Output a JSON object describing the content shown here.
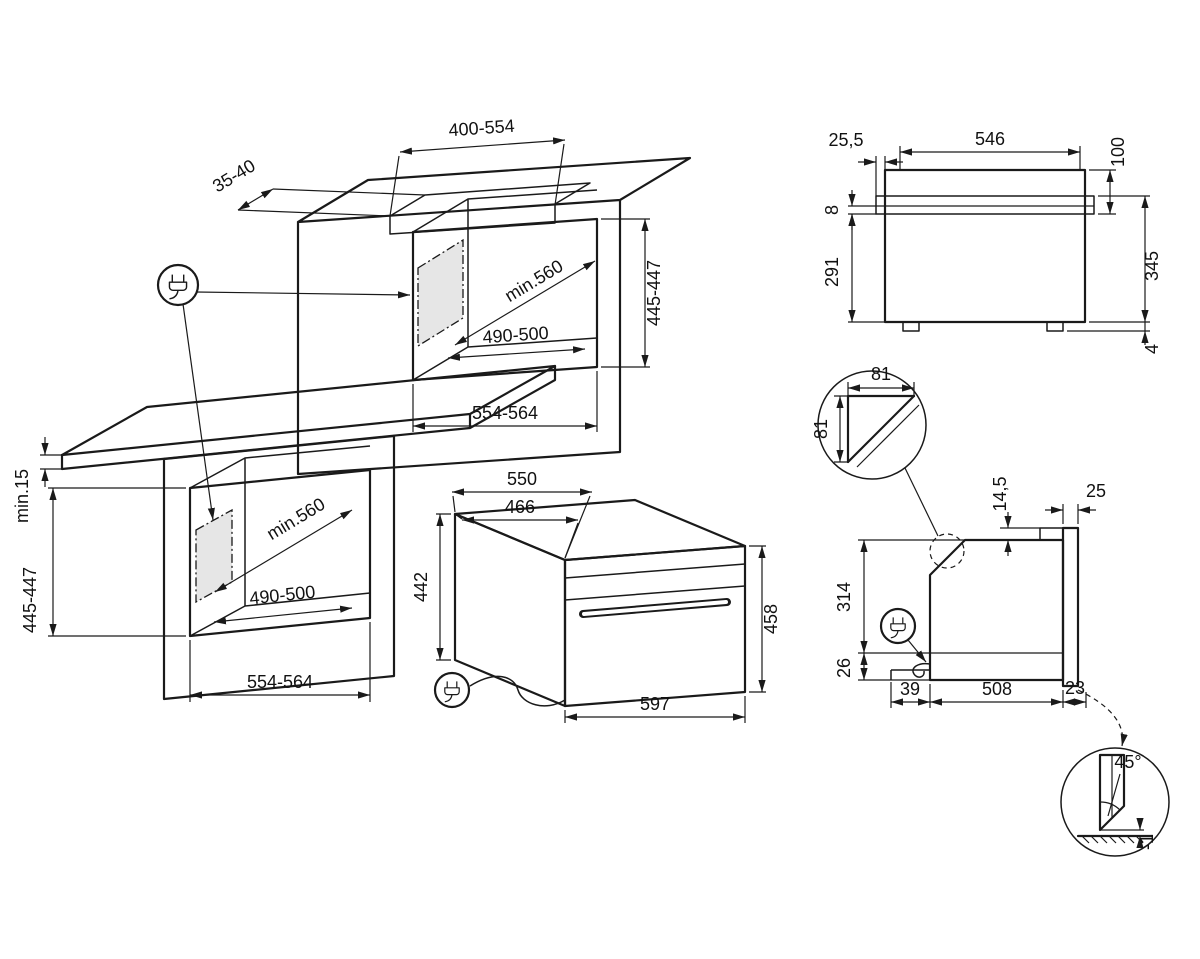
{
  "page": {
    "background": "#ffffff",
    "line_color": "#1a1a1a",
    "zone_fill": "#e6e6e6"
  },
  "wall_unit": {
    "top_cutout_width": "400-554",
    "top_cutout_depth": "35-40",
    "min_depth": "min.560",
    "inner_width": "490-500",
    "niche_height": "445-447",
    "niche_width": "554-564"
  },
  "base_unit": {
    "min_worktop_clearance": "min.15",
    "niche_height": "445-447",
    "niche_width": "554-564",
    "min_depth": "min.560",
    "inner_width": "490-500"
  },
  "oven": {
    "total_depth": "550",
    "body_depth": "466",
    "body_height": "442",
    "front_height": "458",
    "width": "597"
  },
  "front_view": {
    "side_offset": "25,5",
    "body_width": "546",
    "top_section_height": "100",
    "trim_thickness": "8",
    "lower_height": "291",
    "total_height": "345",
    "foot_height": "4"
  },
  "side_view": {
    "chamfer_width": "81",
    "chamfer_height": "81",
    "top_step": "14,5",
    "door_depth": "25",
    "body_height": "314",
    "base_height": "26",
    "rear_clearance": "39",
    "body_depth": "508",
    "front_clearance": "23"
  },
  "door_detail": {
    "bevel_angle": "45°",
    "floor_offset": "-1"
  },
  "icons": {
    "power_plug": "power-plug"
  }
}
